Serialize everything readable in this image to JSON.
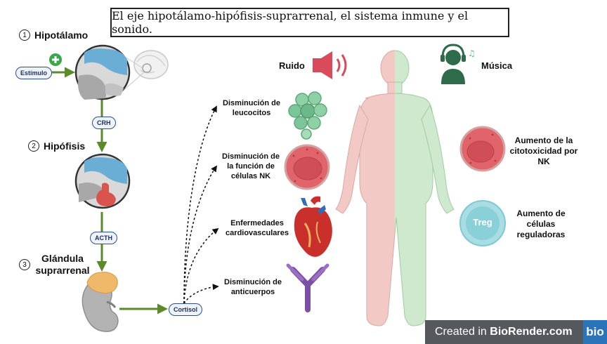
{
  "title": "El eje hipotálamo-hipófisis-suprarrenal, el sistema inmune y el sonido.",
  "steps": [
    {
      "num": "1",
      "label": "Hipotálamo"
    },
    {
      "num": "2",
      "label": "Hipófisis"
    },
    {
      "num": "3",
      "label": "Glándula suprarrenal"
    }
  ],
  "pills": {
    "stimulus": "Estímulo",
    "crh": "CRH",
    "acth": "ACTH",
    "cortisol": "Cortisol"
  },
  "effects": [
    "Disminución de leucocitos",
    "Disminución de la función de células NK",
    "Enfermedades cardiovasculares",
    "Disminución de anticuerpos"
  ],
  "noise_label": "Ruido",
  "music_label": "Música",
  "right_effects": [
    "Aumento de la citotoxicidad por NK",
    "Aumento de células reguladoras"
  ],
  "treg_label": "Treg",
  "badge": {
    "prefix": "Created in ",
    "brand": "BioRender.com",
    "logo": "bio"
  },
  "colors": {
    "arrow_green": "#5a8a2a",
    "nk_red": "#e0646a",
    "treg_blue": "#7ccad3",
    "leukocyte_green": "#7cc49a",
    "heart_red": "#c9302c",
    "antibody_purple": "#7b4fa6",
    "body_red": "#f2c9c5",
    "body_green": "#cfe9cf",
    "noise_red": "#d94b5a",
    "music_green": "#2e6b4a"
  }
}
